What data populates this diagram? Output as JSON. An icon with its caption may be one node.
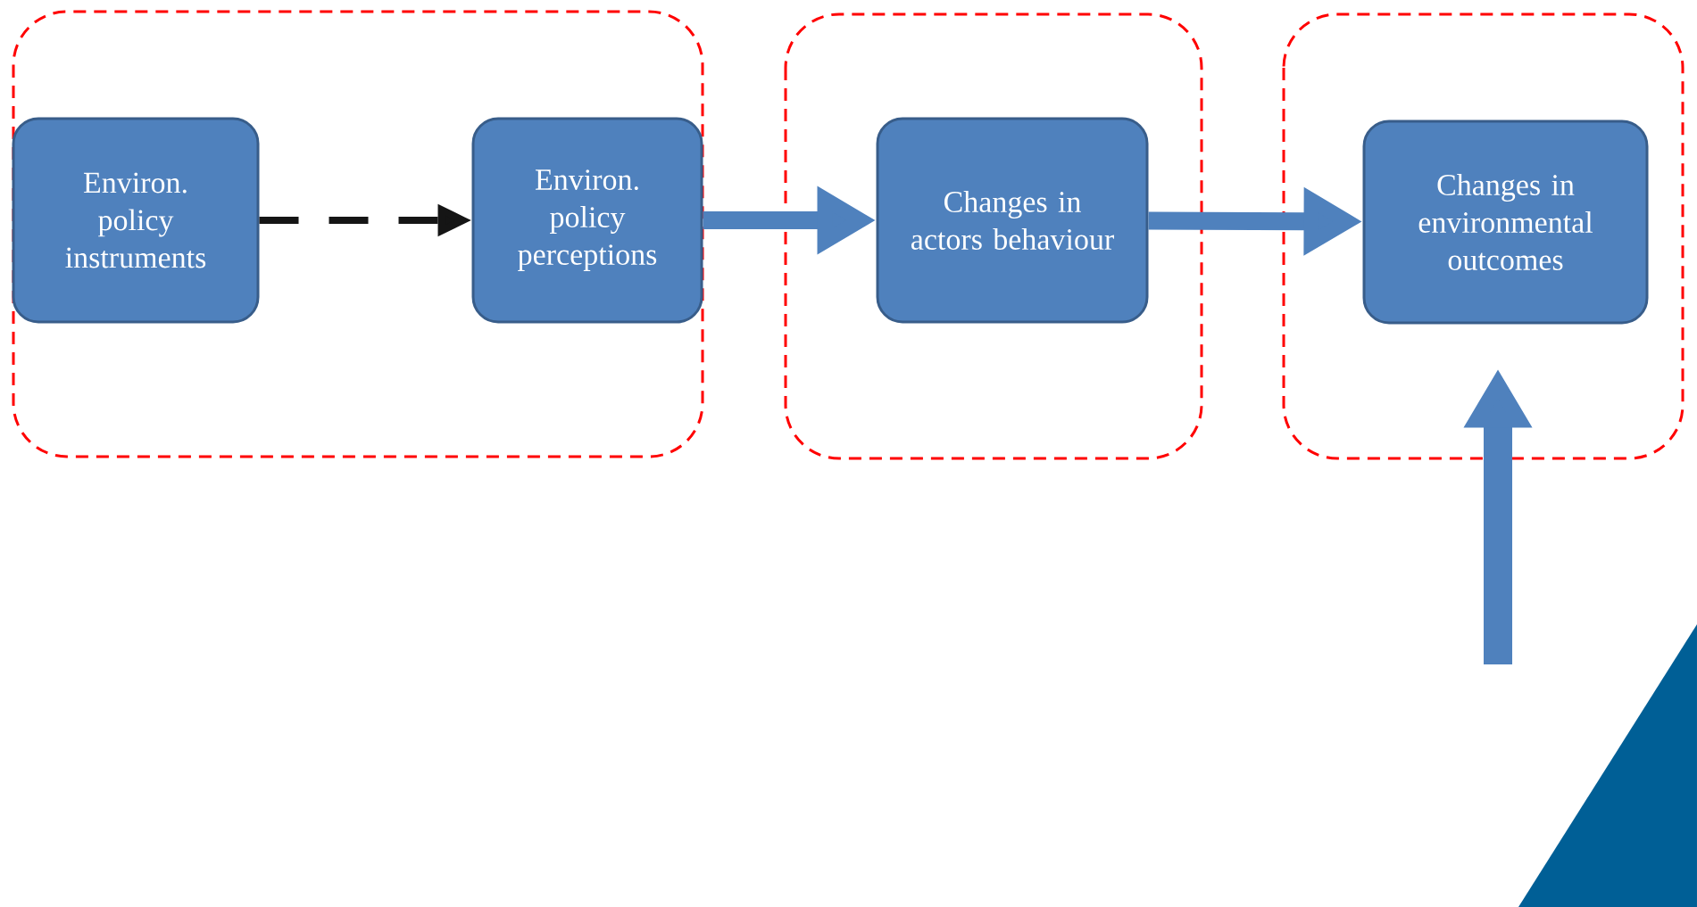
{
  "diagram": {
    "nodes": [
      {
        "text": [
          "Environ. policy instruments"
        ]
      },
      {
        "text": [
          "Environ. policy perceptions"
        ]
      },
      {
        "text": [
          "Changes in actors behaviour"
        ]
      },
      {
        "text": [
          "Changes in environmental outcomes"
        ]
      }
    ],
    "edges": [
      {
        "from": 0,
        "to": 1,
        "arrow": "to",
        "style": "dashed",
        "color": "#151515"
      },
      {
        "from": 1,
        "to": 2,
        "arrow": "to"
      },
      {
        "from": 2,
        "to": 3,
        "arrow": "to"
      },
      {
        "from": null,
        "to": 3,
        "arrow": "to"
      }
    ]
  }
}
